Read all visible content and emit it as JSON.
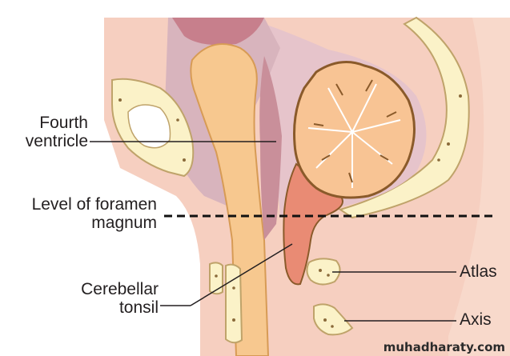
{
  "labels": {
    "fourth_ventricle_1": "Fourth",
    "fourth_ventricle_2": "ventricle",
    "foramen_1": "Level of foramen",
    "foramen_2": "magnum",
    "tonsil_1": "Cerebellar",
    "tonsil_2": "tonsil",
    "atlas": "Atlas",
    "axis": "Axis"
  },
  "watermark": "muhadharaty.com",
  "colors": {
    "skin": "#f6cfc0",
    "dura_mauve": "#d8b4bd",
    "brainstem": "#f7c88f",
    "cerebellum": "#f8c494",
    "cerebellar_outline": "#8a5a2a",
    "tonsil": "#e98b74",
    "bone": "#fbf2c8",
    "bone_outline": "#bfa36a",
    "ventricle_dark": "#c77f8c"
  }
}
